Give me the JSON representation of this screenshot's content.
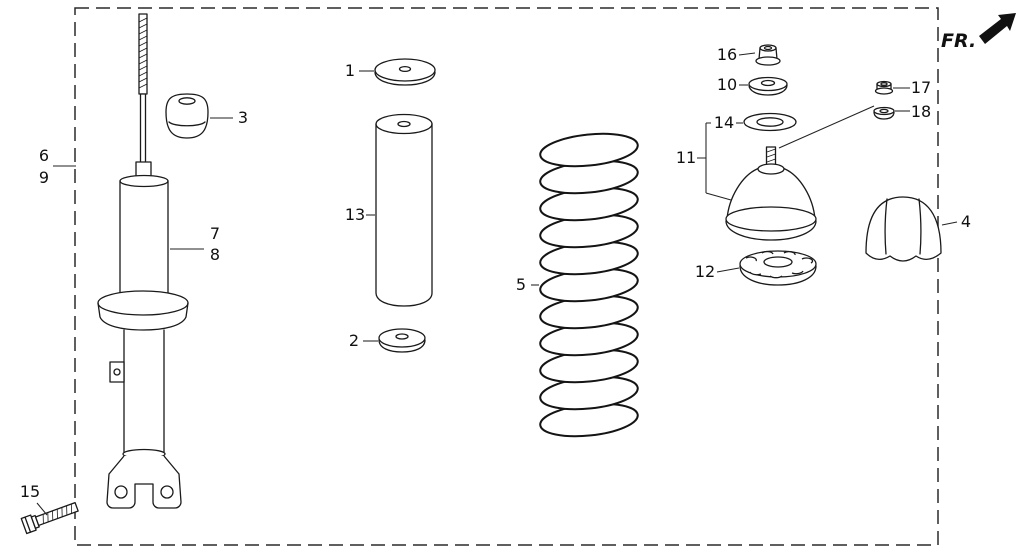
{
  "figure": {
    "fr_label": "FR.",
    "callouts": {
      "c1": "1",
      "c2": "2",
      "c3": "3",
      "c4": "4",
      "c5": "5",
      "c6": "6",
      "c7": "7",
      "c8": "8",
      "c9": "9",
      "c10": "10",
      "c11": "11",
      "c12": "12",
      "c13": "13",
      "c14": "14",
      "c15": "15",
      "c16": "16",
      "c17": "17",
      "c18": "18"
    },
    "colors": {
      "ink": "#1a1a1a",
      "background": "#ffffff"
    }
  }
}
